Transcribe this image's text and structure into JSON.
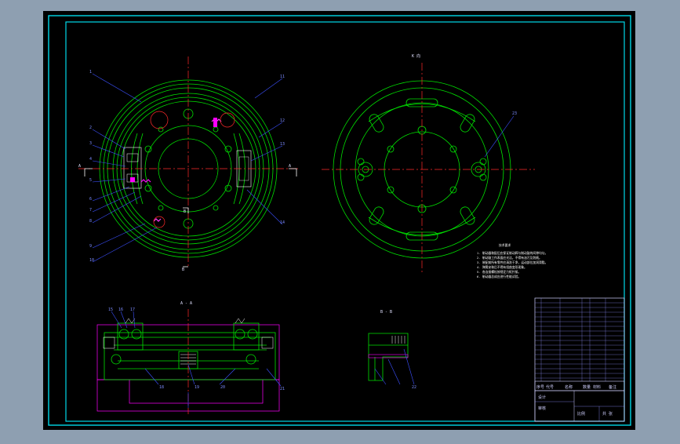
{
  "drawing": {
    "colors": {
      "canvas": "#8e9fb1",
      "paper": "#000000",
      "frame": "#00d8e8",
      "outline": "#00e000",
      "center_line": "#ff2a2a",
      "hidden": "#ff00ff",
      "leader": "#3c50ff",
      "text": "#ffffff"
    },
    "section_labels": {
      "view_k": "K 向",
      "section_b_b": "B - B",
      "section_a_a": "A - A",
      "cut_a_left": "A",
      "cut_a_right": "A",
      "cut_b_top": "B",
      "cut_b_bottom": "B"
    },
    "balloons_front": [
      "1",
      "2",
      "3",
      "4",
      "5",
      "6",
      "7",
      "8",
      "9",
      "10",
      "11",
      "12",
      "13",
      "14"
    ],
    "balloons_section": [
      "15",
      "16",
      "17",
      "18",
      "19",
      "20",
      "21",
      "22"
    ],
    "balloon_k": "23",
    "tech_notes": {
      "heading": "技术要求",
      "lines": [
        "1. 制动器装配后应保证制动蹄与制动鼓的间隙均匀。",
        "2. 制动鼓工作表面应光洁，不得有油污及划痕。",
        "3. 装配前所有零件应清洗干净，运动部位加润滑脂。",
        "4. 弹簧安装后不得有扭曲变形现象。",
        "5. 各连接螺栓按规定力矩拧紧。",
        "6. 制动器总成应进行性能试验。"
      ]
    },
    "title_block": {
      "columns": [
        "序号",
        "代号",
        "名称",
        "数量",
        "材料",
        "备注"
      ],
      "footer": [
        "设计",
        "审核",
        "比例",
        "共 张"
      ]
    }
  }
}
